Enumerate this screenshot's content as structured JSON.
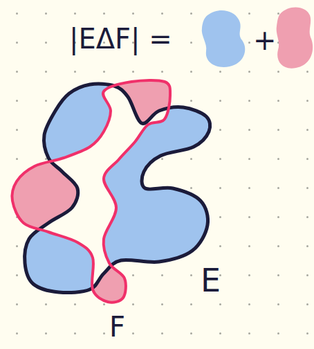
{
  "diagram": {
    "labels": [
      "|EΔF| =",
      "+",
      "E",
      "F"
    ]
  }
}
